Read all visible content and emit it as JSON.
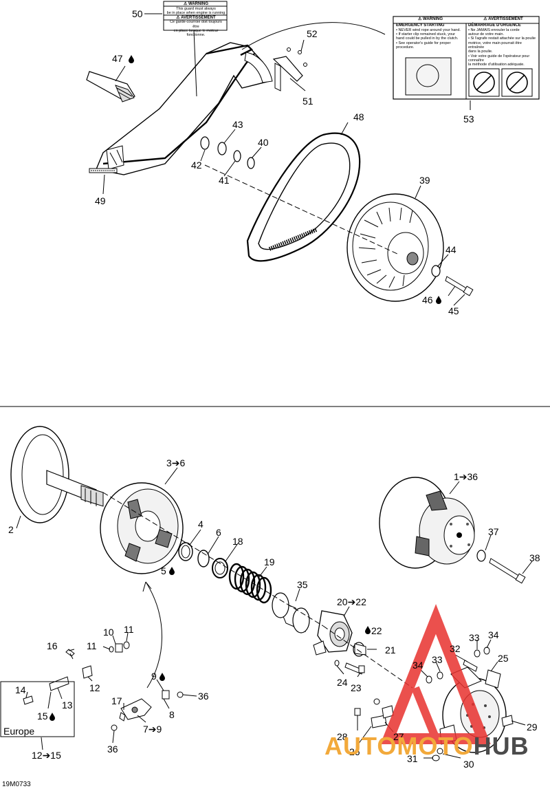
{
  "diagram": {
    "reference_code": "19M0733",
    "europe_box_label": "Europe",
    "watermark": {
      "part1": "AUTOMOTO",
      "part2": "HUB",
      "color_primary": "#e8322f",
      "color_secondary": "#f2a93b",
      "color_dark": "#4b4b4b"
    },
    "warning_label_small": {
      "head": "⚠ WARNING",
      "line1": "This guard must always",
      "line2": "be in place when engine is running",
      "head_fr": "⚠ AVERTISSEMENT",
      "line3": "Ce garde-courroie doit toujours être",
      "line4": "en place lorsque le moteur fonctionne."
    },
    "warning_label_large": {
      "left_head": "⚠ WARNING",
      "left_sub": "EMERGENCY STARTING",
      "left_lines": [
        "• NEVER wind rope around your hand.",
        "• If starter clip remained stuck, your",
        "  hand could be pulled in by the clutch.",
        "• See operator's guide for proper",
        "  procedure."
      ],
      "right_head": "⚠ AVERTISSEMENT",
      "right_sub": "DÉMARRAGE D'URGENCE",
      "right_lines": [
        "• Ne JAMAIS enrouler la corde",
        "  autour de votre main.",
        "• Si l'agrafe restait attachée sur la poulie",
        "  motrice, votre main pourrait être entraînée",
        "  dans la poulie.",
        "• Voir votre guide de l'opérateur pour connaître",
        "  la méthode d'utilisation adéquate."
      ]
    },
    "callouts": {
      "c50": "50",
      "c52": "52",
      "c47": "47",
      "c51": "51",
      "c53": "53",
      "c48": "48",
      "c43": "43",
      "c40": "40",
      "c42": "42",
      "c41": "41",
      "c39": "39",
      "c49": "49",
      "c44": "44",
      "c46": "46",
      "c45": "45",
      "c3_6": "3➔6",
      "c1_36": "1➔36",
      "c2": "2",
      "c4": "4",
      "c6": "6",
      "c18": "18",
      "c19": "19",
      "c37": "37",
      "c38": "38",
      "c5": "5",
      "c35": "35",
      "c20_22": "20➔22",
      "c10": "10",
      "c11a": "11",
      "c16": "16",
      "c11b": "11",
      "c22": "22",
      "c21": "21",
      "c33a": "33",
      "c34a": "34",
      "c32": "32",
      "c25": "25",
      "c34b": "34",
      "c33b": "33",
      "c12": "12",
      "c24": "24",
      "c23": "23",
      "c9": "9",
      "c14": "14",
      "c13": "13",
      "c17": "17",
      "c36a": "36",
      "c8": "8",
      "c15": "15",
      "c7_9": "7➔9",
      "c28": "28",
      "c27": "27",
      "c29": "29",
      "c26": "26",
      "c36b": "36",
      "c12_15": "12➔15",
      "c31": "31",
      "c30": "30"
    }
  }
}
